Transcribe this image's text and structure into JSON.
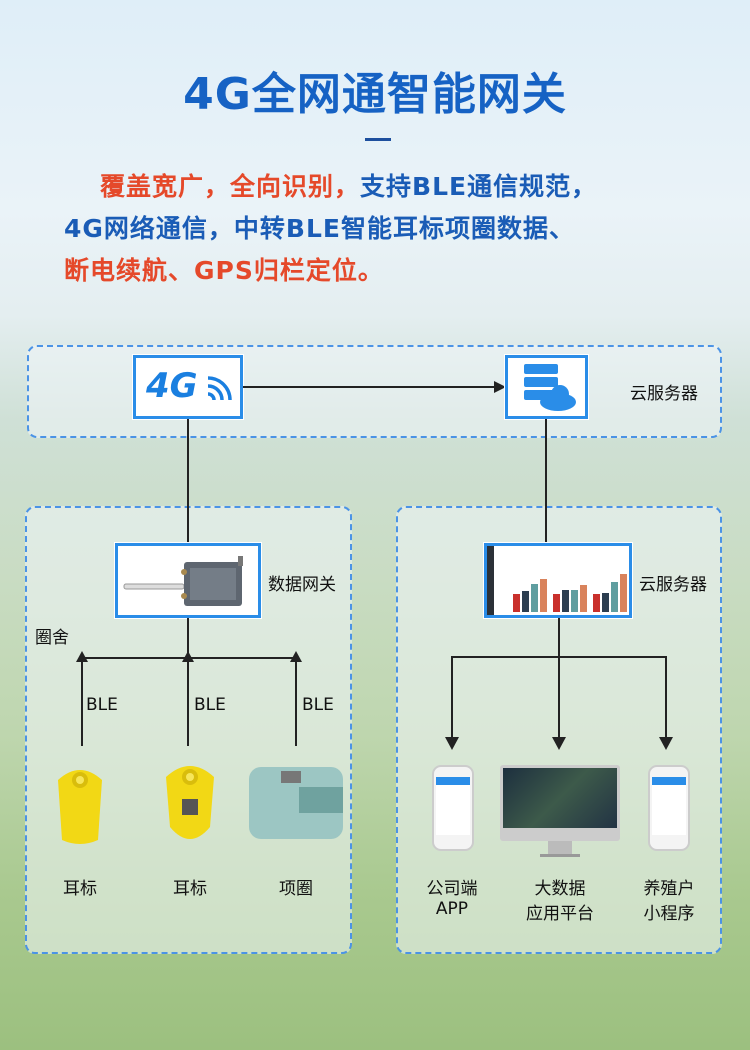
{
  "title": "4G全网通智能网关",
  "intro": {
    "line1_red": "覆盖宽广，全向识别，",
    "line1_blue": "支持BLE通信规范，",
    "line2_blue": "4G网络通信，中转BLE智能耳标项圈数据、",
    "line3_red": "断电续航、GPS归栏定位。"
  },
  "top": {
    "node_4g": "4G",
    "cloud_label": "云服务器"
  },
  "left": {
    "gateway_label": "数据网关",
    "pen_label": "圈舍",
    "ble": [
      "BLE",
      "BLE",
      "BLE"
    ],
    "devices": [
      "耳标",
      "耳标",
      "项圈"
    ]
  },
  "right": {
    "dashboard_label": "云服务器",
    "clients": [
      {
        "l1": "公司端",
        "l2": "APP"
      },
      {
        "l1": "大数据",
        "l2": "应用平台"
      },
      {
        "l1": "养殖户",
        "l2": "小程序"
      }
    ]
  },
  "colors": {
    "title": "#1662c4",
    "red": "#e5492a",
    "blue": "#1a5cb6",
    "border": "#4b93e6"
  }
}
